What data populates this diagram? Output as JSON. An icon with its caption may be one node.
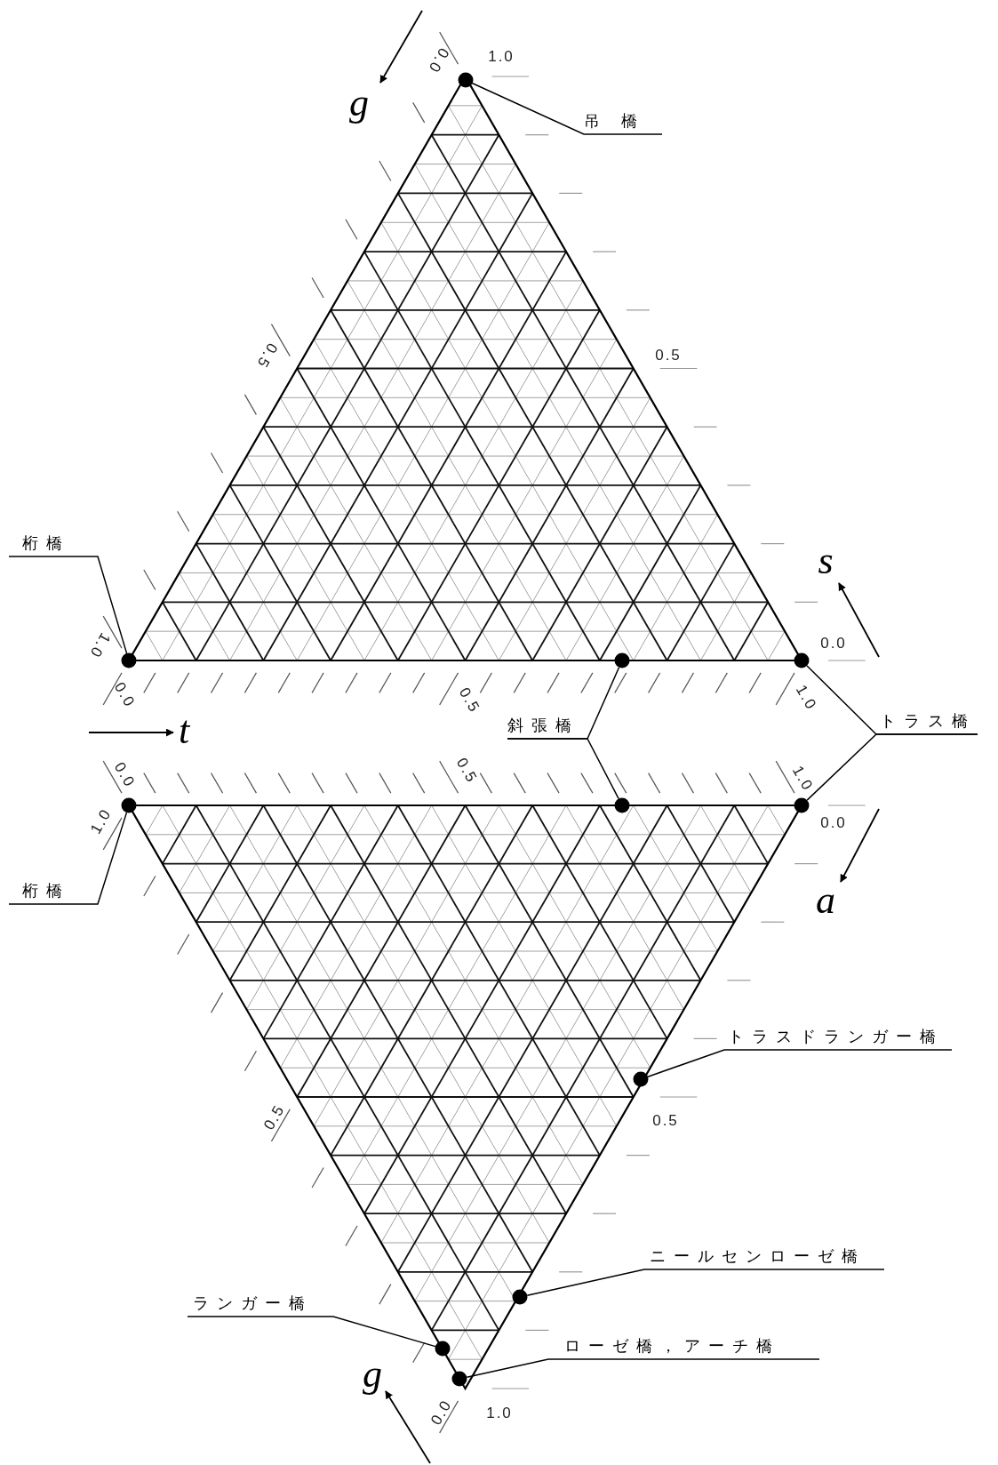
{
  "diagram": {
    "nodes": [
      {
        "text": [
          "吊 橋"
        ]
      },
      {
        "text": [],
        "shape": "circle"
      },
      {
        "text": [
          "桁橋"
        ]
      },
      {
        "text": [],
        "shape": "circle"
      },
      {
        "text": [],
        "shape": "circle"
      },
      {
        "text": [],
        "shape": "circle"
      },
      {
        "text": [
          "斜張橋"
        ]
      },
      {
        "text": [
          "トラス橋"
        ]
      },
      {
        "text": [],
        "shape": "circle"
      },
      {
        "text": [],
        "shape": "circle"
      },
      {
        "text": [],
        "shape": "circle"
      },
      {
        "text": [
          "桁橋"
        ]
      },
      {
        "text": [
          "トラスドランガー橋"
        ]
      },
      {
        "text": [],
        "shape": "circle"
      },
      {
        "text": [
          "ニールセンローゼ橋"
        ]
      },
      {
        "text": [],
        "shape": "circle"
      },
      {
        "text": [
          "ランガー橋"
        ]
      },
      {
        "text": [],
        "shape": "circle"
      },
      {
        "text": [
          "ローゼ橋，アーチ橋"
        ]
      },
      {
        "text": [],
        "shape": "circle"
      }
    ],
    "edges": [
      {
        "from": 0,
        "to": 1,
        "arrow": "none"
      },
      {
        "from": 2,
        "to": 3,
        "arrow": "none"
      },
      {
        "from": 6,
        "to": 4,
        "arrow": "none"
      },
      {
        "from": 6,
        "to": 9,
        "arrow": "none"
      },
      {
        "from": 7,
        "to": 5,
        "arrow": "none"
      },
      {
        "from": 7,
        "to": 10,
        "arrow": "none"
      },
      {
        "from": 11,
        "to": 8,
        "arrow": "none"
      },
      {
        "from": 12,
        "to": 13,
        "arrow": "none"
      },
      {
        "from": 14,
        "to": 15,
        "arrow": "none"
      },
      {
        "from": 16,
        "to": 17,
        "arrow": "none"
      },
      {
        "from": 18,
        "to": 19,
        "arrow": "none"
      }
    ],
    "labels": [
      "0.0",
      "1.0",
      "g",
      "0.5",
      "0.5",
      "s",
      "1.0",
      "0.0",
      "0.0",
      "0.5",
      "1.0",
      "t",
      "0.0",
      "0.5",
      "1.0",
      "1.0",
      "0.0",
      "a",
      "0.5",
      "0.5",
      "g",
      "0.0",
      "1.0"
    ]
  }
}
